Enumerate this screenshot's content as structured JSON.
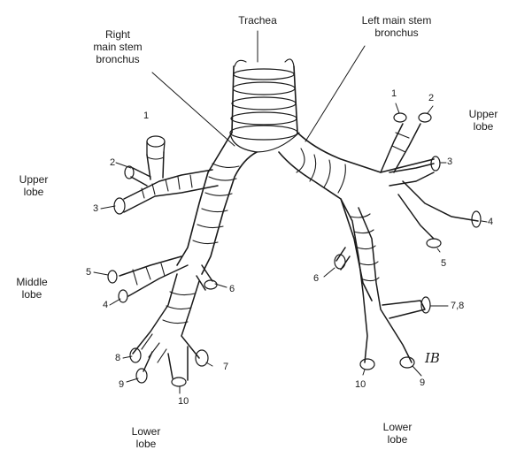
{
  "labels": {
    "trachea": "Trachea",
    "right_main": "Right\nmain stem\nbronchus",
    "left_main": "Left main stem\nbronchus",
    "right_upper": "Upper\nlobe",
    "left_upper": "Upper\nlobe",
    "right_middle": "Middle\nlobe",
    "right_lower": "Lower\nlobe",
    "left_lower": "Lower\nlobe",
    "signature": "IB"
  },
  "segments": {
    "r1": "1",
    "r2": "2",
    "r3": "3",
    "r4": "4",
    "r5": "5",
    "r6": "6",
    "r7": "7",
    "r8": "8",
    "r9": "9",
    "r10": "10",
    "l1": "1",
    "l2": "2",
    "l3": "3",
    "l4": "4",
    "l5": "5",
    "l6": "6",
    "l78": "7,8",
    "l9": "9",
    "l10": "10"
  }
}
